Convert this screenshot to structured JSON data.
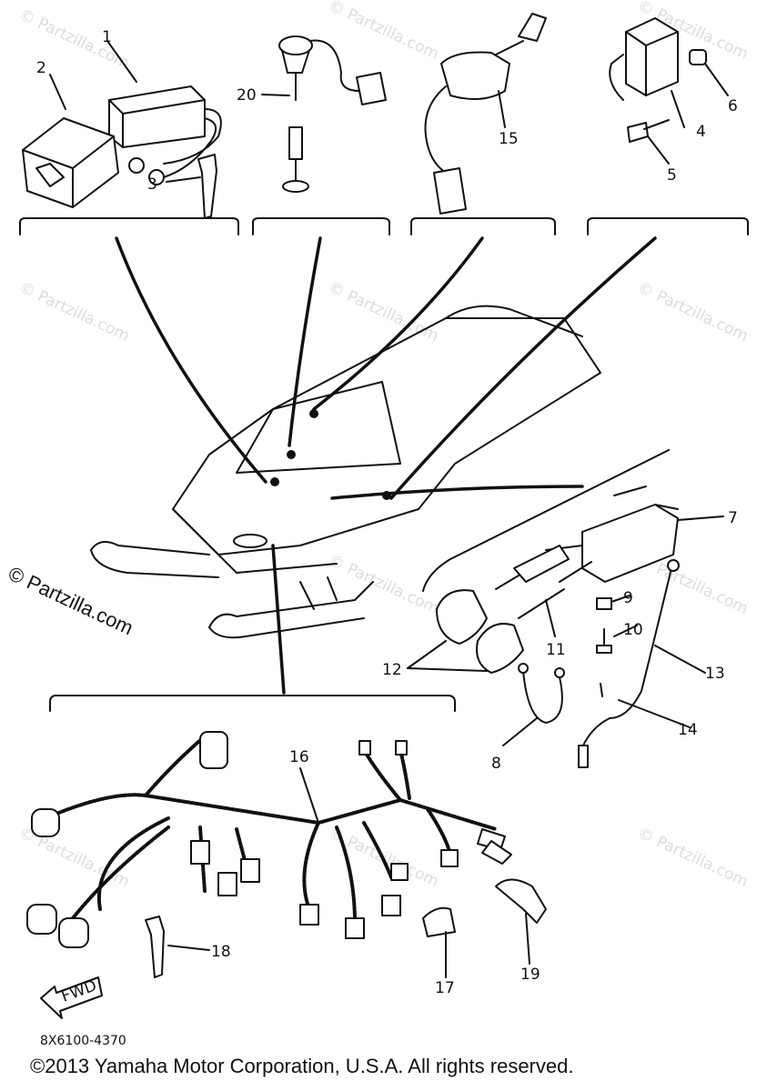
{
  "diagram": {
    "callouts": [
      "1",
      "2",
      "3",
      "4",
      "5",
      "6",
      "7",
      "8",
      "9",
      "10",
      "11",
      "12",
      "13",
      "14",
      "15",
      "16",
      "17",
      "18",
      "19",
      "20"
    ],
    "arrow_label": "FWD"
  },
  "footer": {
    "part_code": "8X6100-4370",
    "copyright": "©2013 Yamaha Motor Corporation, U.S.A. All rights reserved."
  },
  "watermark": {
    "text": "© Partzilla.com"
  }
}
